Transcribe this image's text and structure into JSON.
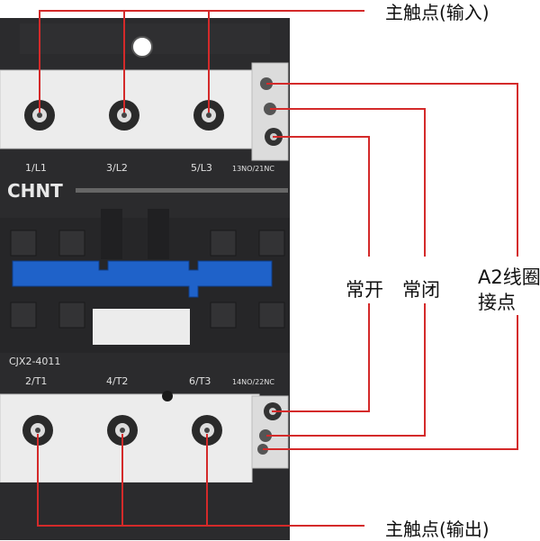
{
  "labels": {
    "main_input": "主触点(输入)",
    "main_output": "主触点(输出)",
    "normally_open": "常开",
    "normally_closed": "常闭",
    "a2_line1": "A2线圈",
    "a2_line2": "接点"
  },
  "device": {
    "brand": "CHNT",
    "model": "CJX2-4011",
    "top_terminals": [
      "1/L1",
      "3/L2",
      "5/L3",
      "13NO/21NC"
    ],
    "bottom_terminals": [
      "2/T1",
      "4/T2",
      "6/T3",
      "14NO/22NC"
    ]
  },
  "colors": {
    "callout_line": "#d42a2a",
    "body": "#2b2b2d",
    "housing": "#e9e9e9",
    "armature": "#1f62c9"
  }
}
